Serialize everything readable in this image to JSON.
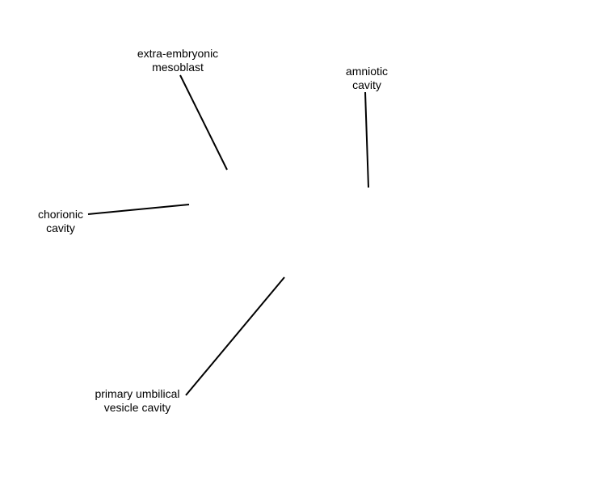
{
  "labels": {
    "extra_embryonic_mesoblast": {
      "line1": "extra-embryonic",
      "line2": "mesoblast"
    },
    "amniotic_cavity": {
      "line1": "amniotic",
      "line2": "cavity"
    },
    "chorionic_cavity": {
      "line1": "chorionic",
      "line2": "cavity"
    },
    "primary_umbilical_vesicle_cavity": {
      "line1": "primary umbilical",
      "line2": "vesicle cavity"
    }
  },
  "colors": {
    "line": "#000000",
    "text": "#000000",
    "background": "#ffffff"
  }
}
